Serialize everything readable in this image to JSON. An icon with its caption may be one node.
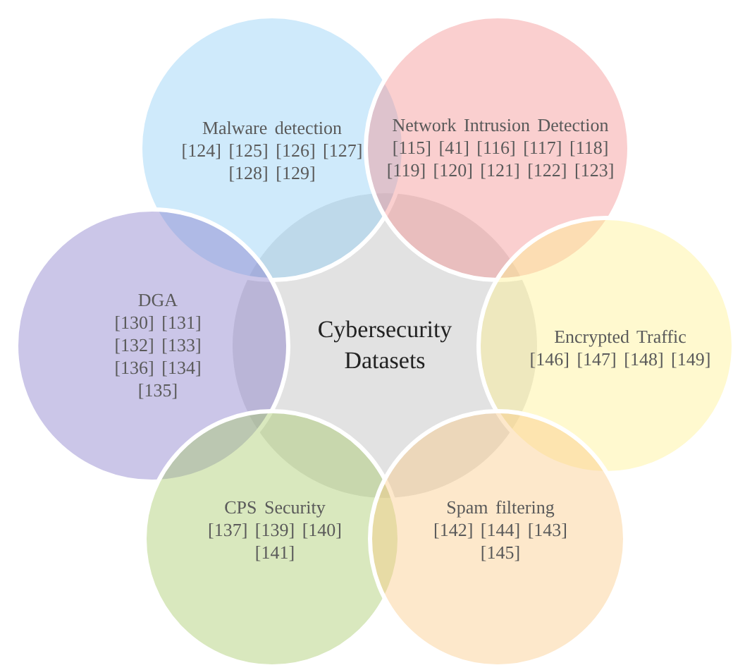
{
  "diagram": {
    "nodes": [
      {
        "text": [
          "Malware detection",
          "[124] [125] [126] [127] [128] [129]"
        ]
      },
      {
        "text": [
          "Network Intrusion Detection",
          "[115] [41] [116] [117] [118] [119] [120] [121] [122] [123]"
        ]
      },
      {
        "text": [
          "DGA",
          "[130] [131] [132] [133] [136] [134] [135]"
        ]
      },
      {
        "text": [
          "Cybersecurity Datasets"
        ]
      },
      {
        "text": [
          "Encrypted Traffic",
          "[146] [147] [148] [149]"
        ]
      },
      {
        "text": [
          "CPS Security",
          "[137] [139] [140] [141]"
        ]
      },
      {
        "text": [
          "Spam filtering",
          "[142] [144] [143] [145]"
        ]
      }
    ]
  }
}
